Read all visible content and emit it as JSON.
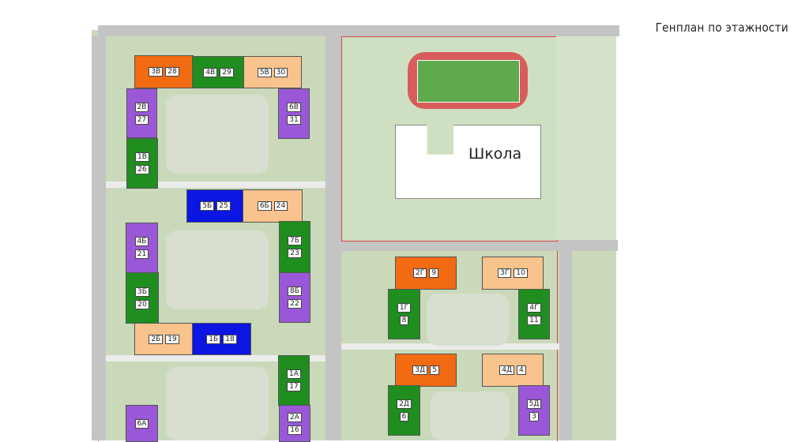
{
  "title": "Генплан по этажности",
  "school_label": "Школа",
  "colors": {
    "orange": "#f26a12",
    "green": "#1f8e1f",
    "peach": "#f8c38c",
    "purple": "#9a57d8",
    "blue": "#0b16e2"
  },
  "buildings": [
    {
      "section": "3В",
      "num": "28",
      "color": "orange"
    },
    {
      "section": "4В",
      "num": "29",
      "color": "green"
    },
    {
      "section": "5В",
      "num": "30",
      "color": "peach"
    },
    {
      "section": "2В",
      "num": "27",
      "color": "purple"
    },
    {
      "section": "6В",
      "num": "31",
      "color": "purple"
    },
    {
      "section": "1В",
      "num": "26",
      "color": "green"
    },
    {
      "section": "5Б",
      "num": "25",
      "color": "blue"
    },
    {
      "section": "6Б",
      "num": "24",
      "color": "peach"
    },
    {
      "section": "4Б",
      "num": "21",
      "color": "purple"
    },
    {
      "section": "7Б",
      "num": "23",
      "color": "green"
    },
    {
      "section": "3Б",
      "num": "20",
      "color": "green"
    },
    {
      "section": "8Б",
      "num": "22",
      "color": "purple"
    },
    {
      "section": "2Б",
      "num": "19",
      "color": "peach"
    },
    {
      "section": "1Б",
      "num": "18",
      "color": "blue"
    },
    {
      "section": "1А",
      "num": "17",
      "color": "green"
    },
    {
      "section": "2А",
      "num": "16",
      "color": "purple"
    },
    {
      "section": "6А",
      "num": "",
      "color": "purple"
    },
    {
      "section": "2Г",
      "num": "9",
      "color": "orange"
    },
    {
      "section": "3Г",
      "num": "10",
      "color": "peach"
    },
    {
      "section": "1Г",
      "num": "8",
      "color": "green"
    },
    {
      "section": "4Г",
      "num": "11",
      "color": "green"
    },
    {
      "section": "3Д",
      "num": "5",
      "color": "orange"
    },
    {
      "section": "4Д",
      "num": "4",
      "color": "peach"
    },
    {
      "section": "2Д",
      "num": "6",
      "color": "green"
    },
    {
      "section": "5Д",
      "num": "3",
      "color": "purple"
    }
  ]
}
